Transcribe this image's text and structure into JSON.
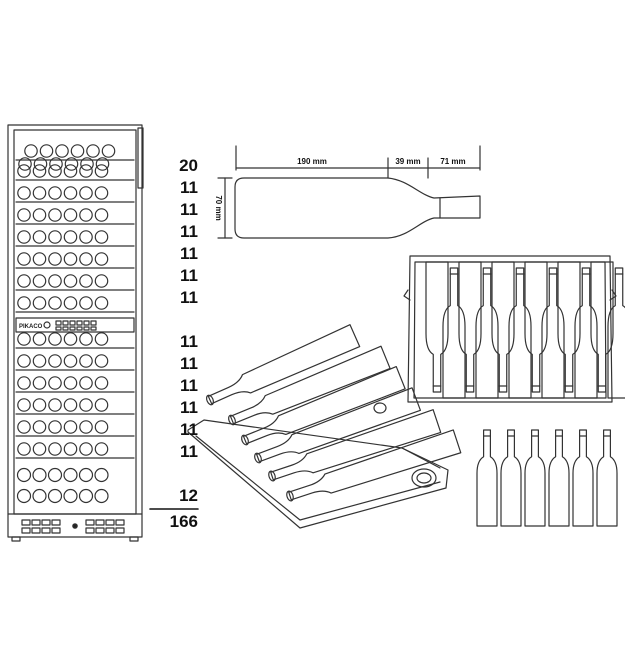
{
  "cabinet": {
    "brand": "PIKACO",
    "shelf_counts": [
      "20",
      "11",
      "11",
      "11",
      "11",
      "11",
      "11",
      "11",
      "11",
      "11",
      "11",
      "11",
      "11",
      "12"
    ],
    "total": "166"
  },
  "bottle_dimensions": {
    "body_length": "190 mm",
    "shoulder_length": "39 mm",
    "neck_length": "71 mm",
    "diameter": "70 mm"
  },
  "icons": [
    "wine-cabinet-front",
    "bottle-dimension-drawing",
    "shelf-front-view",
    "shelf-perspective-view",
    "six-bottles-icon"
  ]
}
